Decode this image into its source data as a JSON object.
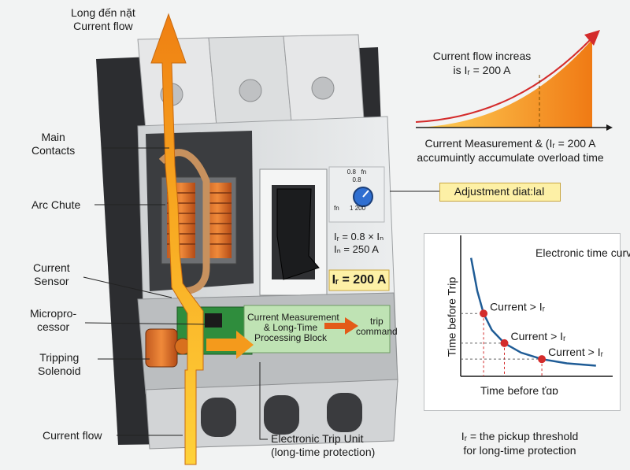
{
  "labels": {
    "top_flow": [
      "Long đến nặt",
      "Current flow"
    ],
    "main_contacts": [
      "Main",
      "Contacts"
    ],
    "arc_chute": "Arc Chute",
    "current_sensor": [
      "Current",
      "Sensor"
    ],
    "microprocessor": [
      "Micropro-",
      "cessor"
    ],
    "tripping_solenoid": [
      "Tripping",
      "Solenoid"
    ],
    "bottom_flow": "Current flow",
    "trip_unit": [
      "Electronic Trip Unit",
      "(long-time protection)"
    ]
  },
  "breaker": {
    "dial_ticks": [
      "0.8",
      "fn",
      "0.8",
      "fn",
      "1",
      "200"
    ],
    "setting_line1": "Iᵣ = 0.8 × Iₙ",
    "setting_line2": "Iₙ = 250 A",
    "ir_value": "Iᵣ = 200 A",
    "processing_block": [
      "Current Measurement",
      "& Long-Time",
      "Processing Block"
    ],
    "trip_command": [
      "trip",
      "command"
    ]
  },
  "adjustment_label": "Adjustment diat:lal",
  "top_chart": {
    "title_line1": "Current flow increas",
    "title_line2": "is Iᵣ = 200 A",
    "caption_line1": "Current Measurement & (Iᵣ = 200 A",
    "caption_line2": "accumuintly accumulate overload time"
  },
  "chart_data": {
    "type": "line",
    "title": "Electronic time curve",
    "xlabel": "Time before ťɑɒ",
    "ylabel": "Time before Trip",
    "series": [
      {
        "x": [
          1.0,
          1.3,
          1.6,
          2.0,
          2.6,
          3.4,
          4.4,
          5.6,
          7.0
        ],
        "y": [
          10.0,
          7.2,
          5.3,
          3.9,
          2.8,
          2.0,
          1.45,
          1.1,
          0.9
        ]
      }
    ],
    "points": [
      {
        "x": 1.6,
        "y": 5.3,
        "label": "Current > Iᵣ"
      },
      {
        "x": 2.6,
        "y": 2.8,
        "label": "Current > Iᵣ"
      },
      {
        "x": 4.4,
        "y": 1.45,
        "label": "Current > Iᵣ"
      }
    ],
    "xlim": [
      0.5,
      7.5
    ],
    "ylim": [
      0,
      11.5
    ]
  },
  "footnote": [
    "Iᵣ = the pickup threshold",
    "for long-time protection"
  ],
  "colors": {
    "accent_red": "#d42b2b",
    "curve_blue": "#1f5c96",
    "flow_orange": "#f49a1c",
    "panel_green": "#bfe3b4",
    "label_yellow": "#fdf0a6"
  }
}
